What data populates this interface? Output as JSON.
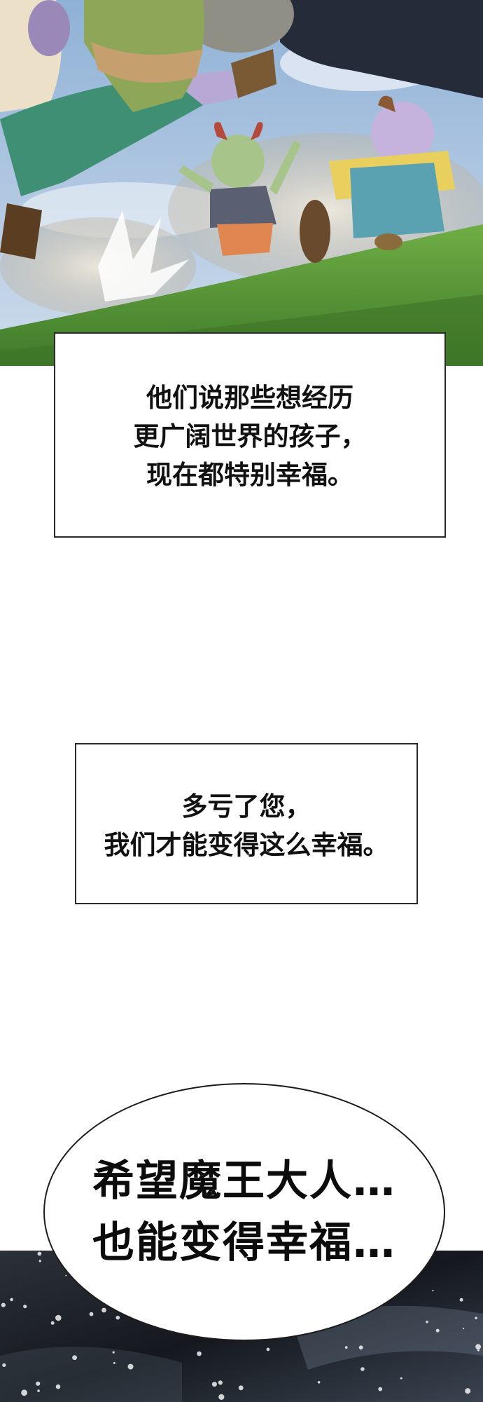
{
  "narration_1": {
    "lines": [
      "他们说那些想经历",
      "更广阔世界的孩子，",
      "现在都特别幸福。"
    ]
  },
  "narration_2": {
    "lines": [
      "多亏了您，",
      "我们才能变得这么幸福。"
    ]
  },
  "speech_bubble": {
    "lines": [
      "希望魔王大人…",
      "也能变得幸福…"
    ]
  },
  "colors": {
    "sky": "#a9c3de",
    "grass": "#5f9b3c",
    "dust": "#cfc7b6",
    "night": "#1a1d24"
  }
}
